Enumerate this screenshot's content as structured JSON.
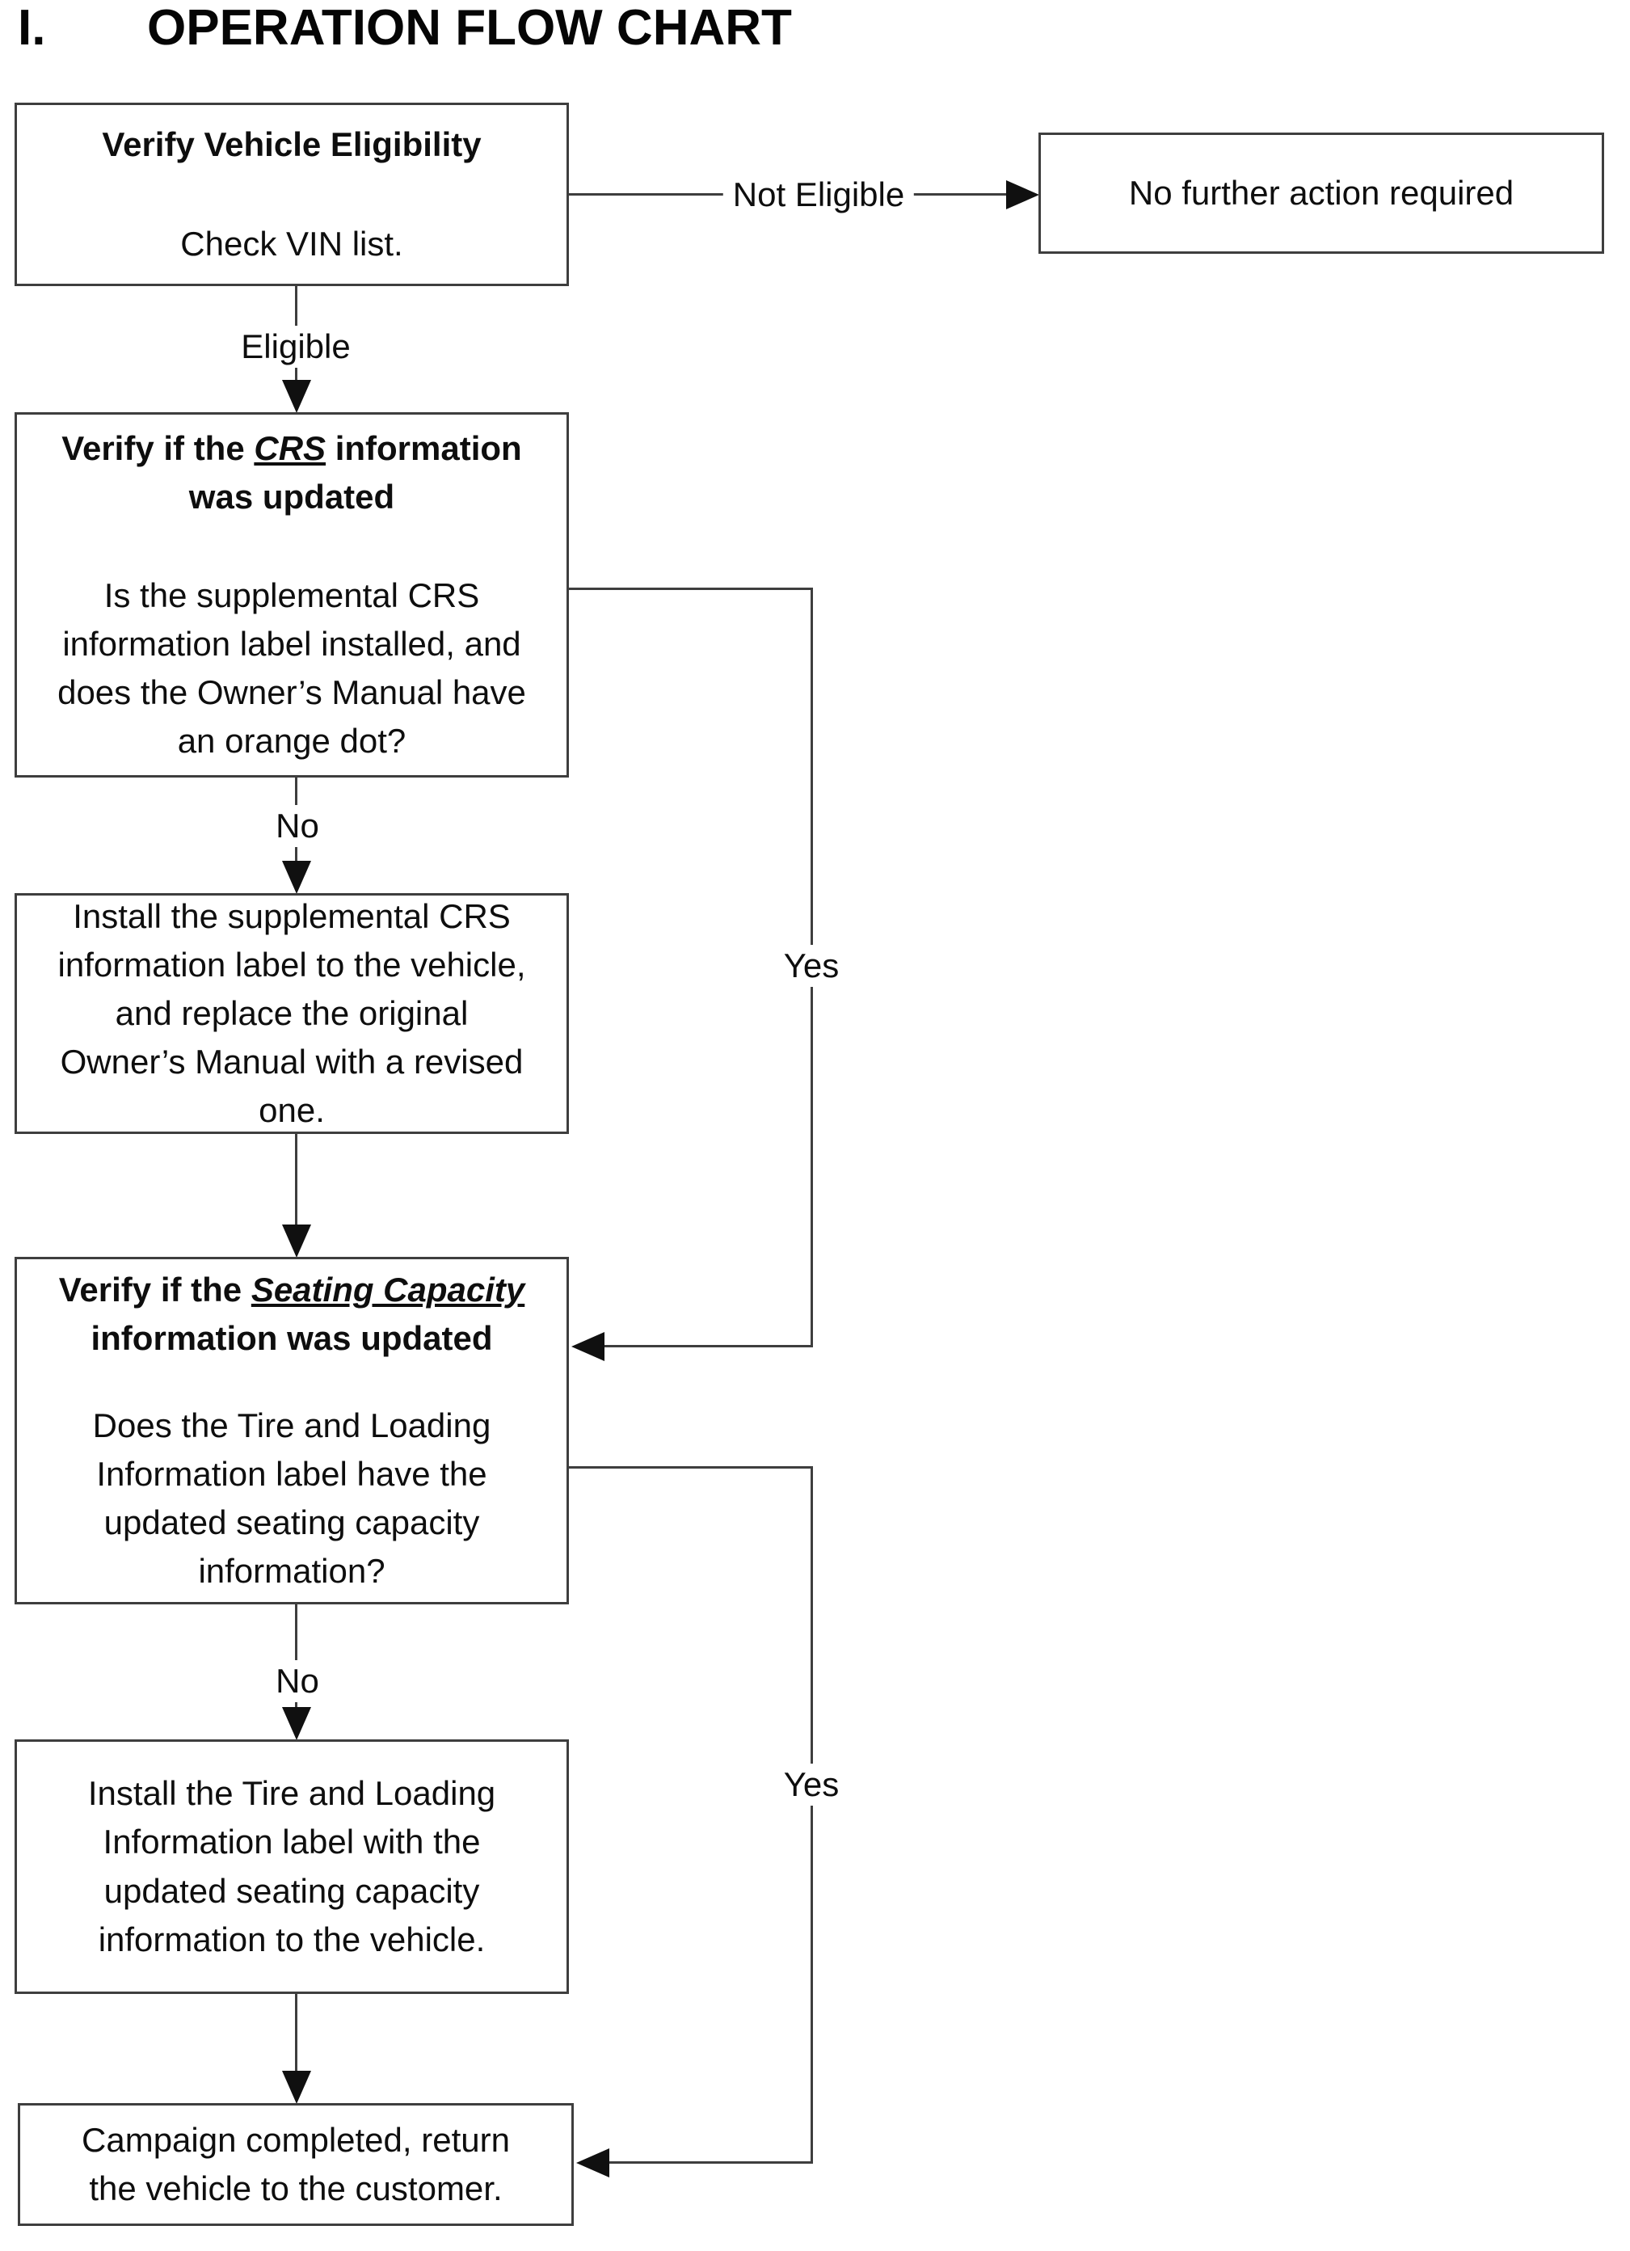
{
  "page": {
    "title_numeral": "I.",
    "title": "OPERATION FLOW CHART"
  },
  "colors": {
    "line": "#3e3e3e",
    "arrow": "#101010",
    "text": "#0e0e0e",
    "background": "#ffffff"
  },
  "flow": {
    "box1": {
      "title": "Verify Vehicle Eligibility",
      "body": "Check VIN list."
    },
    "no_action_box": {
      "text": "No further action required"
    },
    "box2": {
      "heading": {
        "pre": "Verify if the ",
        "em": "CRS",
        "post": " information",
        "line2": "was updated"
      },
      "question": "Is the supplemental CRS\ninformation label installed, and\ndoes the Owner’s Manual have\nan orange dot?"
    },
    "box3": {
      "text": "Install the supplemental CRS\ninformation label to the vehicle,\nand replace the original\nOwner’s Manual with a revised\none."
    },
    "box4": {
      "heading": {
        "pre": "Verify if the ",
        "em": "Seating Capacity",
        "post": "",
        "line2": "information was updated"
      },
      "question": "Does the Tire and Loading\nInformation label have the\nupdated seating capacity\ninformation?"
    },
    "box5": {
      "text": "Install the Tire and Loading\nInformation label with the\nupdated seating capacity\ninformation to the vehicle."
    },
    "final_box": {
      "text": "Campaign completed, return\nthe vehicle to the customer."
    },
    "connectors": {
      "not_eligible": "Not Eligible",
      "eligible": "Eligible",
      "no_crs": "No",
      "yes_crs": "Yes",
      "no_seating": "No",
      "yes_seating": "Yes"
    }
  }
}
